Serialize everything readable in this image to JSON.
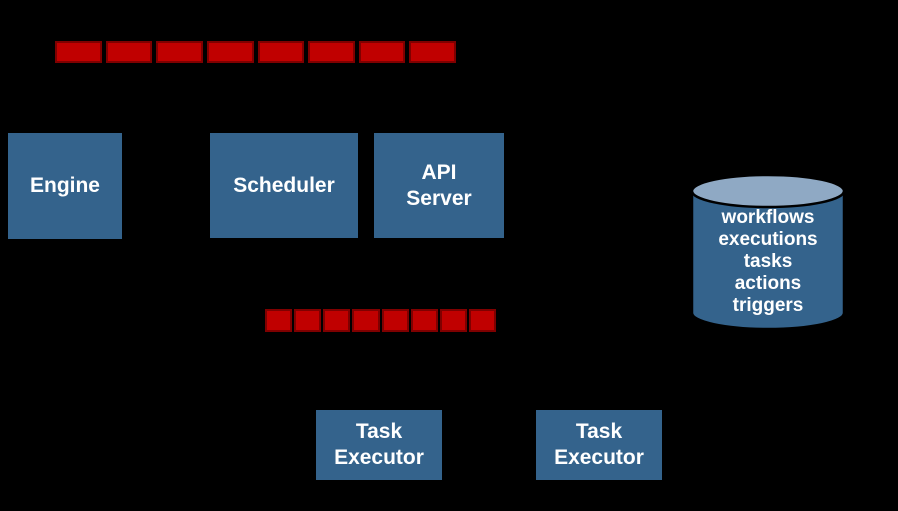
{
  "colors": {
    "background": "#000000",
    "component_blue": "#34638C",
    "cylinder_top_blue": "#8FA9C4",
    "queue_red": "#C00000",
    "queue_border_red": "#7F0000",
    "label_text": "#FFFFFF",
    "outline_black": "#000000"
  },
  "queues": {
    "top": {
      "segments": 8
    },
    "middle": {
      "segments": 8
    }
  },
  "components": {
    "engine": {
      "label": "Engine"
    },
    "scheduler": {
      "label": "Scheduler"
    },
    "api_server": {
      "lines": [
        "API",
        "Server"
      ]
    },
    "task_executor_left": {
      "lines": [
        "Task",
        "Executor"
      ]
    },
    "task_executor_right": {
      "lines": [
        "Task",
        "Executor"
      ]
    }
  },
  "database": {
    "items": [
      "workflows",
      "executions",
      "tasks",
      "actions",
      "triggers"
    ]
  }
}
